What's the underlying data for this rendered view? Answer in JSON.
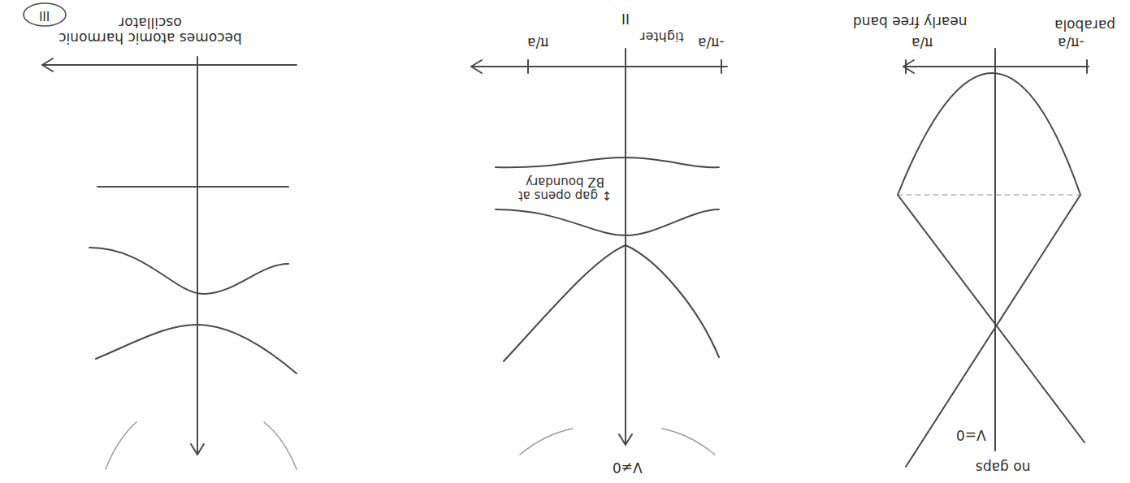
{
  "diagram": {
    "labels": [
      "III",
      "becomes atomic harmonic oscillator",
      "II",
      "tighter",
      "-π/a",
      "π/a",
      "↕ gap opens at BZ boundary",
      "V≠0",
      "parabola",
      "nearly free band",
      "-π/a",
      "π/a",
      "no gaps",
      "V=0"
    ]
  }
}
